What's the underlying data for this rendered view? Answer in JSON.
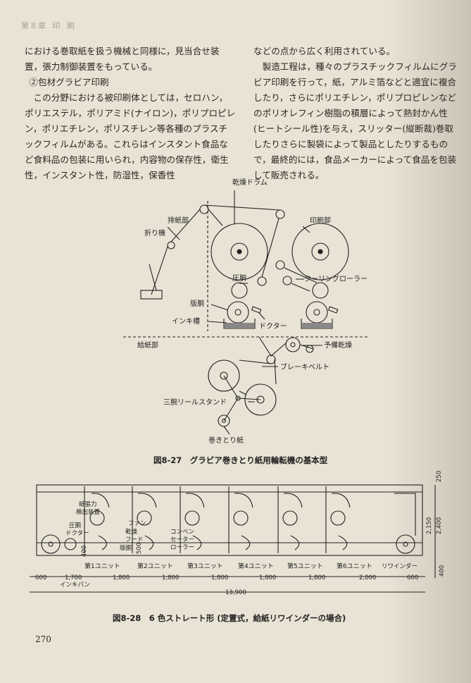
{
  "header": "第8章 印 刷",
  "left_col": [
    "における巻取紙を扱う機械と同様に，見当合せ装置，張力制御装置をもっている。",
    "②包材グラビア印刷",
    "この分野における被印刷体としては，セロハン，ポリエステル，ポリアミド(ナイロン)，ポリプロピレン，ポリエチレン，ポリスチレン等各種のプラスチックフィルムがある。これらはインスタント食品など食料品の包装に用いられ，内容物の保存性，衛生性，インスタント性，防湿性，保香性"
  ],
  "right_col": [
    "などの点から広く利用されている。",
    "製造工程は，種々のプラスチックフィルムにグラビア印刷を行って，紙，アルミ箔などと適宜に複合したり，さらにポリエチレン，ポリプロピレンなどのポリオレフィン樹脂の積層によって熱封かん性(ヒートシール性)を与え，スリッター(縦断裁)巻取したりさらに製袋によって製品としたりするもので，最終的には，食品メーカーによって食品を包装して販売される。"
  ],
  "fig27": {
    "labels": {
      "drying_drum": "乾燥ドラム",
      "delivery": "排紙部",
      "printing": "印刷部",
      "folder": "折り機",
      "impression": "圧胴",
      "cooling": "クーリングローラー",
      "plate": "版胴",
      "ink_tank": "インキ槽",
      "doctor": "ドクター",
      "feed": "給紙部",
      "predry": "予備乾燥",
      "brake_belt": "ブレーキベルト",
      "reel_stand": "三腕リールスタンド",
      "rewind": "巻きとり紙"
    },
    "caption": "図8-27　グラビア巻きとり紙用輪転機の基本型"
  },
  "fig28": {
    "labels": {
      "tension": "紙張力",
      "detect": "検出装置",
      "impression": "圧胴",
      "doctor": "ドクター",
      "fan": "ファン",
      "drying_hood": "乾燥",
      "hood": "フード",
      "plate": "版胴",
      "convenor_1": "コンベン",
      "convenor_2": "セーター",
      "convenor_3": "ローラー",
      "infeed": "インキパン",
      "rewinder": "リワインダー"
    },
    "units": [
      "第1ユニット",
      "第2ユニット",
      "第3ユニット",
      "第4ユニット",
      "第5ユニット",
      "第6ユニット"
    ],
    "dims": [
      "600",
      "1,700",
      "1,800",
      "1,800",
      "1,800",
      "1,800",
      "1,800",
      "2,000",
      "600"
    ],
    "total": "13,900",
    "vdims": [
      "250",
      "2,150",
      "2,400",
      "400",
      "500",
      "400"
    ],
    "caption": "図8-28　6 色ストレート形 (定置式，給紙リワインダーの場合)"
  },
  "page_number": "270"
}
